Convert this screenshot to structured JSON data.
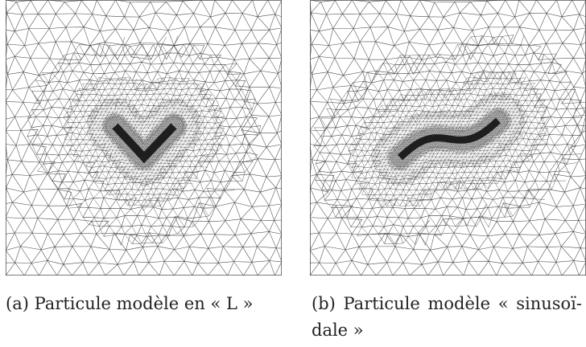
{
  "figure": {
    "subfigures": [
      {
        "label": "(a)",
        "caption": "Particule modèle en « L »",
        "particle_shape": "L (chevron)",
        "mesh": "triangular mesh, refined around the particle",
        "particle_color": "#1e1e1e",
        "mesh_color": "#4a4a4a"
      },
      {
        "label": "(b)",
        "caption": "Particule modèle « sinusoï-dale »",
        "particle_shape": "sinusoidal",
        "mesh": "triangular mesh, refined around the particle",
        "particle_color": "#1e1e1e",
        "mesh_color": "#4a4a4a"
      }
    ]
  }
}
